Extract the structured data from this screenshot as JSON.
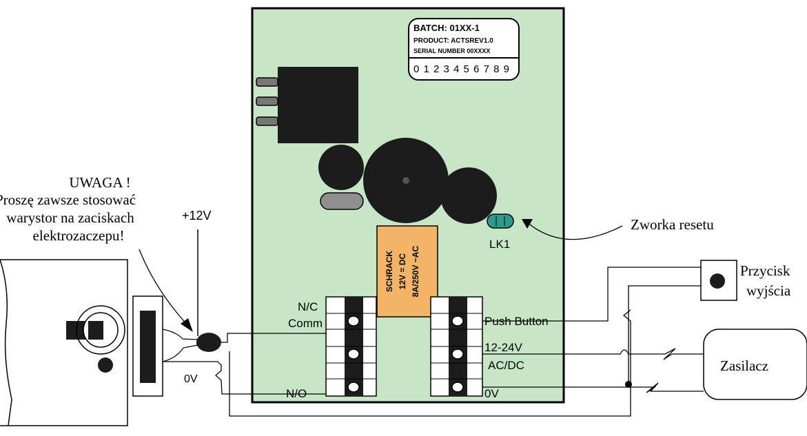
{
  "colors": {
    "board_fill": "#c6e6c6",
    "relay_fill": "#f2b466",
    "dark_component": "#1c1c1c",
    "pill_fill": "#8f8f8f",
    "jumper_fill": "#2f9a8a",
    "line": "#000000"
  },
  "board": {
    "label_box": {
      "batch": "BATCH:  01XX-1",
      "product": "PRODUCT: ACTSREV1.0",
      "serial": "SERIAL  NUMBER 00XXXX",
      "digits": "0 1 2 3 4 5 6 7 8 9"
    },
    "relay": {
      "line1": "SCHRACK",
      "line2": "12V = DC",
      "line3": "8A/250V ~AC"
    },
    "jumper_label": "LK1",
    "left_terminals": {
      "nc": "N/C",
      "comm": "Comm",
      "no": "N/O"
    },
    "right_terminals": {
      "push": "Push Button",
      "v1224": "12-24V",
      "acdc": "AC/DC",
      "zero": "0V"
    }
  },
  "annotations": {
    "warning": [
      "UWAGA !",
      "Proszę zawsze stosować",
      "warystor na zaciskach",
      "elektrozaczepu!"
    ],
    "plus12v": "+12V",
    "zero_v": "0V",
    "reset_jumper": "Zworka resetu",
    "exit_button": [
      "Przycisk",
      "wyjścia"
    ],
    "power_supply": "Zasilacz"
  }
}
